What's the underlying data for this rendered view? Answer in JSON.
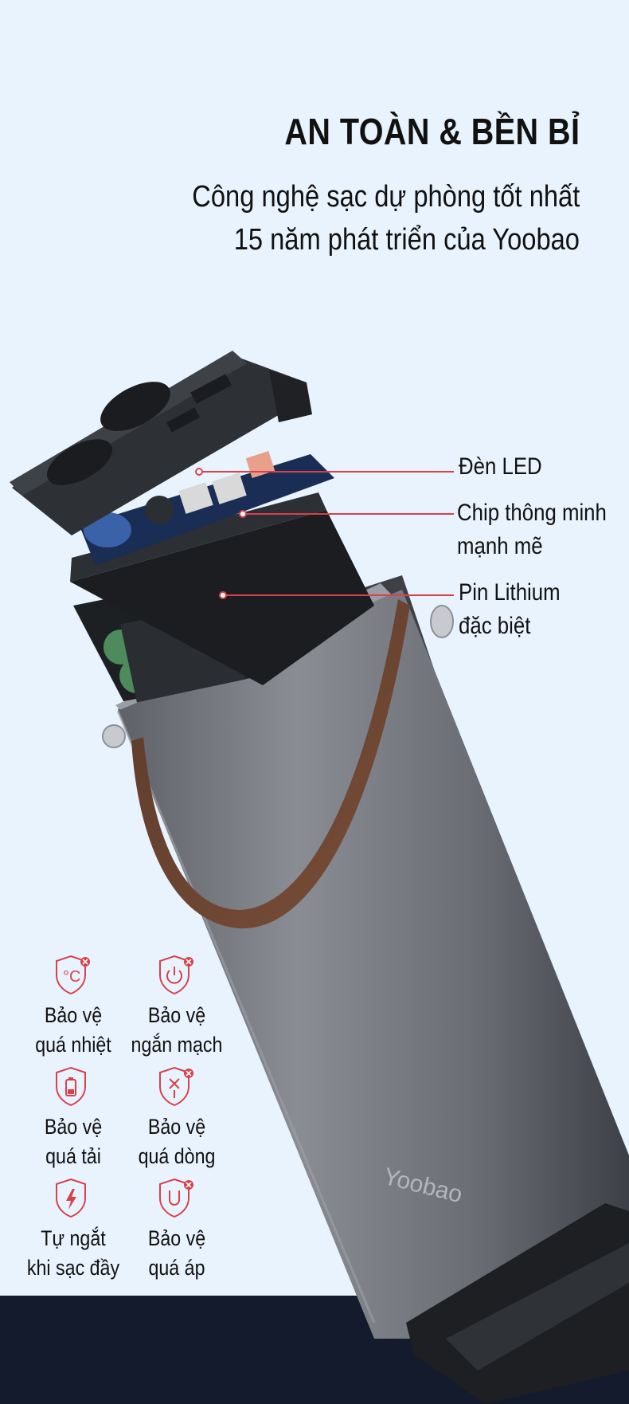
{
  "heading": {
    "title": "AN TOÀN & BỀN BỈ",
    "subtitle_line1": "Công nghệ sạc dự phòng tốt nhất",
    "subtitle_line2": "15 năm phát triển của Yoobao"
  },
  "product": {
    "brand_mark": "Yoobao"
  },
  "callouts": {
    "led": "Đèn LED",
    "chip_line1": "Chip thông minh",
    "chip_line2": "mạnh mẽ",
    "battery_line1": "Pin Lithium",
    "battery_line2": "đặc biệt"
  },
  "features": [
    {
      "icon": "thermometer-shield-icon",
      "line1": "Bảo vệ",
      "line2": "quá nhiệt"
    },
    {
      "icon": "power-shield-icon",
      "line1": "Bảo vệ",
      "line2": "ngắn mạch"
    },
    {
      "icon": "battery-shield-icon",
      "line1": "Bảo vệ",
      "line2": "quá tải"
    },
    {
      "icon": "current-shield-icon",
      "line1": "Bảo vệ",
      "line2": "quá dòng"
    },
    {
      "icon": "bolt-shield-icon",
      "line1": "Tự ngắt",
      "line2": "khi sạc đầy"
    },
    {
      "icon": "voltage-shield-icon",
      "line1": "Bảo vệ",
      "line2": "quá áp"
    }
  ],
  "colors": {
    "background": "#e9f3fd",
    "footer": "#141b2c",
    "accent": "#d8414a",
    "casing": "#6f737b"
  }
}
